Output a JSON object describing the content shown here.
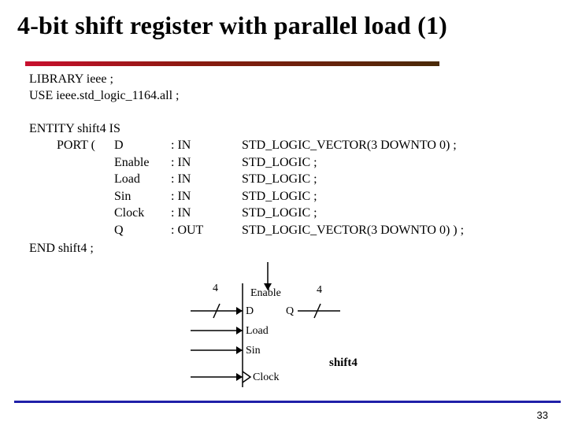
{
  "slide": {
    "title": "4-bit shift register with parallel load (1)",
    "page_number": "33"
  },
  "code": {
    "library": "LIBRARY ieee ;",
    "use": "USE ieee.std_logic_1164.all ;",
    "entity": "ENTITY shift4 IS",
    "port_open": "PORT (",
    "ports": [
      {
        "name": "D",
        "mode": ": IN",
        "type": "STD_LOGIC_VECTOR(3 DOWNTO 0) ;"
      },
      {
        "name": "Enable",
        "mode": ": IN",
        "type": "STD_LOGIC ;"
      },
      {
        "name": "Load",
        "mode": ": IN",
        "type": "STD_LOGIC ;"
      },
      {
        "name": "Sin",
        "mode": ": IN",
        "type": "STD_LOGIC ;"
      },
      {
        "name": "Clock",
        "mode": ": IN",
        "type": "STD_LOGIC ;"
      },
      {
        "name": "Q",
        "mode": ": OUT",
        "type": "STD_LOGIC_VECTOR(3 DOWNTO 0) ) ;"
      }
    ],
    "end": "END shift4 ;"
  },
  "diagram": {
    "bus_width_in": "4",
    "bus_width_out": "4",
    "enable": "Enable",
    "d": "D",
    "q": "Q",
    "load": "Load",
    "sin": "Sin",
    "clock": "Clock",
    "block_name": "shift4",
    "colors": {
      "line": "#000000"
    }
  }
}
